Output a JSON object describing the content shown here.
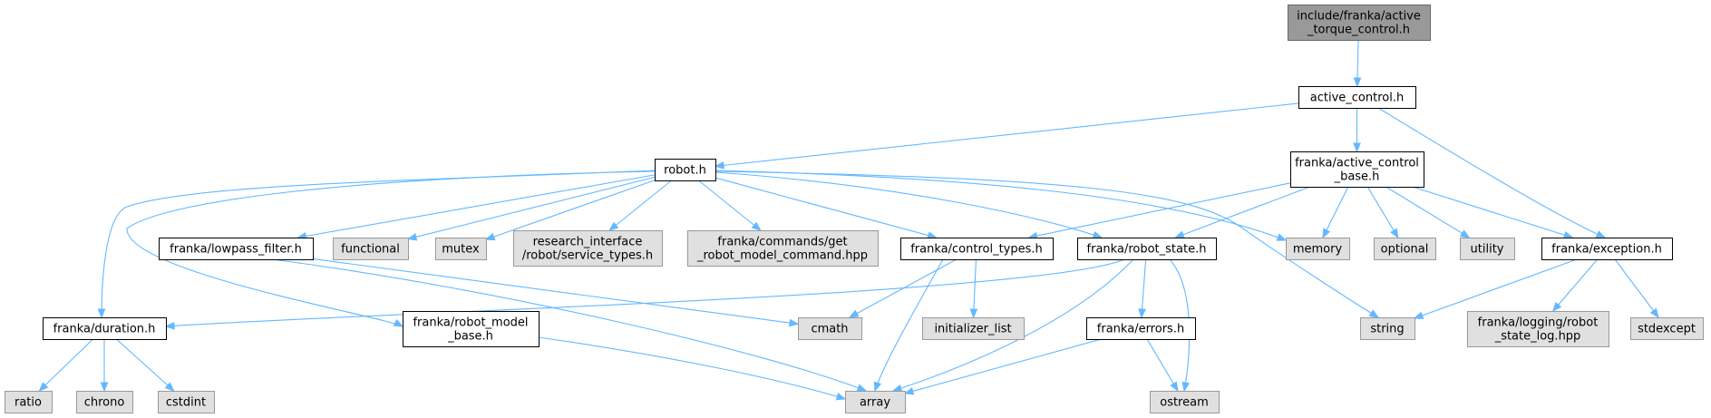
{
  "colors": {
    "edge": "#63b8ff",
    "root_fill": "#999999",
    "root_stroke": "#666666",
    "documented_fill": "#ffffff",
    "documented_stroke": "#000000",
    "external_fill": "#e0e0e0",
    "external_stroke": "#999999"
  },
  "nodes": [
    {
      "id": "root",
      "kind": "root",
      "lines": [
        "include/franka/active",
        "_torque_control.h"
      ]
    },
    {
      "id": "active_control",
      "kind": "documented",
      "lines": [
        "active_control.h"
      ]
    },
    {
      "id": "robot",
      "kind": "documented",
      "lines": [
        "robot.h"
      ]
    },
    {
      "id": "active_control_base",
      "kind": "documented",
      "lines": [
        "franka/active_control",
        "_base.h"
      ]
    },
    {
      "id": "exception",
      "kind": "documented",
      "lines": [
        "franka/exception.h"
      ]
    },
    {
      "id": "lowpass_filter",
      "kind": "documented",
      "lines": [
        "franka/lowpass_filter.h"
      ]
    },
    {
      "id": "functional",
      "kind": "external",
      "lines": [
        "functional"
      ]
    },
    {
      "id": "mutex",
      "kind": "external",
      "lines": [
        "mutex"
      ]
    },
    {
      "id": "service_types",
      "kind": "external",
      "lines": [
        "research_interface",
        "/robot/service_types.h"
      ]
    },
    {
      "id": "get_robot_model",
      "kind": "external",
      "lines": [
        "franka/commands/get",
        "_robot_model_command.hpp"
      ]
    },
    {
      "id": "control_types",
      "kind": "documented",
      "lines": [
        "franka/control_types.h"
      ]
    },
    {
      "id": "robot_state",
      "kind": "documented",
      "lines": [
        "franka/robot_state.h"
      ]
    },
    {
      "id": "memory",
      "kind": "external",
      "lines": [
        "memory"
      ]
    },
    {
      "id": "optional",
      "kind": "external",
      "lines": [
        "optional"
      ]
    },
    {
      "id": "utility",
      "kind": "external",
      "lines": [
        "utility"
      ]
    },
    {
      "id": "duration",
      "kind": "documented",
      "lines": [
        "franka/duration.h"
      ]
    },
    {
      "id": "robot_model_base",
      "kind": "documented",
      "lines": [
        "franka/robot_model",
        "_base.h"
      ]
    },
    {
      "id": "cmath",
      "kind": "external",
      "lines": [
        "cmath"
      ]
    },
    {
      "id": "initializer_list",
      "kind": "external",
      "lines": [
        "initializer_list"
      ]
    },
    {
      "id": "errors",
      "kind": "documented",
      "lines": [
        "franka/errors.h"
      ]
    },
    {
      "id": "string",
      "kind": "external",
      "lines": [
        "string"
      ]
    },
    {
      "id": "robot_state_log",
      "kind": "external",
      "lines": [
        "franka/logging/robot",
        "_state_log.hpp"
      ]
    },
    {
      "id": "stdexcept",
      "kind": "external",
      "lines": [
        "stdexcept"
      ]
    },
    {
      "id": "ratio",
      "kind": "external",
      "lines": [
        "ratio"
      ]
    },
    {
      "id": "chrono",
      "kind": "external",
      "lines": [
        "chrono"
      ]
    },
    {
      "id": "cstdint",
      "kind": "external",
      "lines": [
        "cstdint"
      ]
    },
    {
      "id": "array",
      "kind": "external",
      "lines": [
        "array"
      ]
    },
    {
      "id": "ostream",
      "kind": "external",
      "lines": [
        "ostream"
      ]
    }
  ],
  "edges": [
    {
      "from": "root",
      "to": "active_control"
    },
    {
      "from": "active_control",
      "to": "robot"
    },
    {
      "from": "active_control",
      "to": "active_control_base"
    },
    {
      "from": "active_control",
      "to": "exception"
    },
    {
      "from": "robot",
      "to": "duration"
    },
    {
      "from": "robot",
      "to": "robot_model_base"
    },
    {
      "from": "robot",
      "to": "lowpass_filter"
    },
    {
      "from": "robot",
      "to": "functional"
    },
    {
      "from": "robot",
      "to": "mutex"
    },
    {
      "from": "robot",
      "to": "service_types"
    },
    {
      "from": "robot",
      "to": "get_robot_model"
    },
    {
      "from": "robot",
      "to": "control_types"
    },
    {
      "from": "robot",
      "to": "robot_state"
    },
    {
      "from": "robot",
      "to": "memory"
    },
    {
      "from": "robot",
      "to": "string"
    },
    {
      "from": "active_control_base",
      "to": "control_types"
    },
    {
      "from": "active_control_base",
      "to": "robot_state"
    },
    {
      "from": "active_control_base",
      "to": "memory"
    },
    {
      "from": "active_control_base",
      "to": "optional"
    },
    {
      "from": "active_control_base",
      "to": "utility"
    },
    {
      "from": "active_control_base",
      "to": "exception"
    },
    {
      "from": "exception",
      "to": "string"
    },
    {
      "from": "exception",
      "to": "robot_state_log"
    },
    {
      "from": "exception",
      "to": "stdexcept"
    },
    {
      "from": "lowpass_filter",
      "to": "cmath"
    },
    {
      "from": "lowpass_filter",
      "to": "array"
    },
    {
      "from": "control_types",
      "to": "cmath"
    },
    {
      "from": "control_types",
      "to": "initializer_list"
    },
    {
      "from": "control_types",
      "to": "array"
    },
    {
      "from": "robot_state",
      "to": "duration"
    },
    {
      "from": "robot_state",
      "to": "errors"
    },
    {
      "from": "robot_state",
      "to": "array"
    },
    {
      "from": "robot_state",
      "to": "ostream"
    },
    {
      "from": "errors",
      "to": "array"
    },
    {
      "from": "errors",
      "to": "ostream"
    },
    {
      "from": "duration",
      "to": "ratio"
    },
    {
      "from": "duration",
      "to": "chrono"
    },
    {
      "from": "duration",
      "to": "cstdint"
    },
    {
      "from": "robot_model_base",
      "to": "array"
    }
  ]
}
